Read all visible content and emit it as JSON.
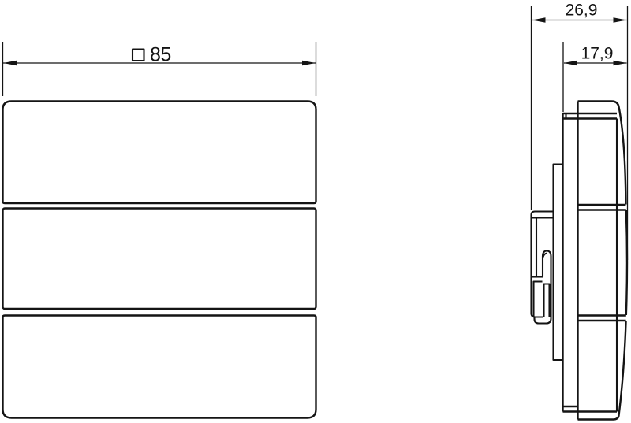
{
  "front_view": {
    "square_symbol": "□",
    "width_dimension": "85"
  },
  "side_view": {
    "total_depth": "26,9",
    "front_depth": "17,9"
  },
  "colors": {
    "line": "#141414",
    "background": "#ffffff"
  }
}
